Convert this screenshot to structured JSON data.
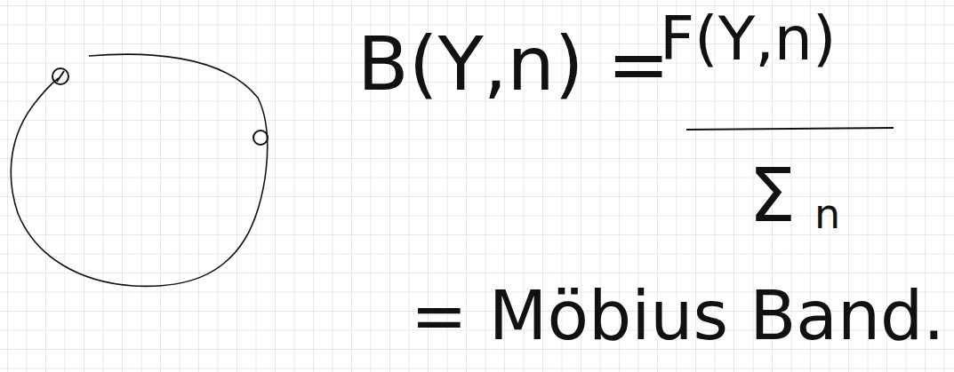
{
  "diagram": {
    "labels": [
      "B(Y,n) =",
      "F(Y,n)",
      "Σ",
      "n",
      "= Möbius Band."
    ]
  }
}
